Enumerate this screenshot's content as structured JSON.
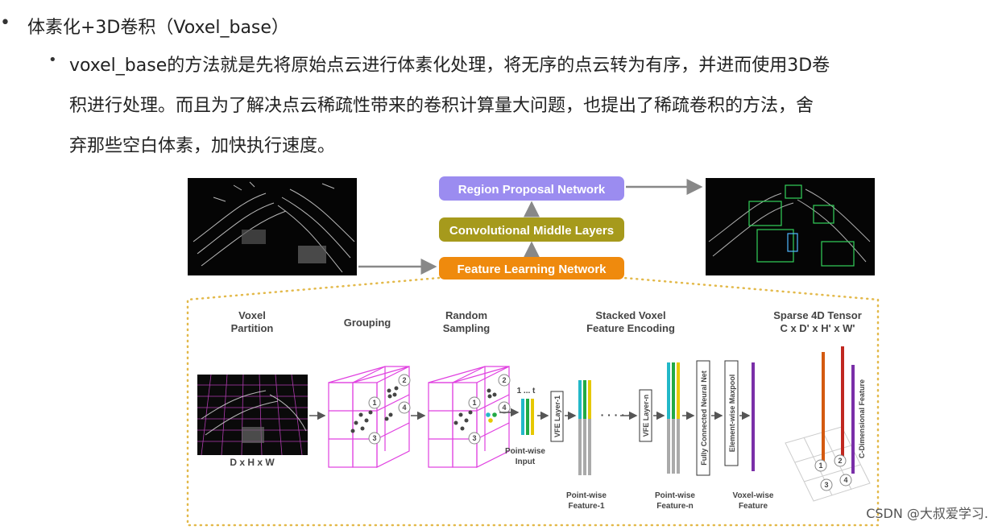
{
  "heading": {
    "bullet": "•",
    "text": "体素化+3D卷积（Voxel_base）"
  },
  "sub": {
    "bullet": "•",
    "line1": "voxel_base的方法就是先将原始点云进行体素化处理，将无序的点云转为有序，并进而使用3D卷",
    "line2": "积进行处理。而且为了解决点云稀疏性带来的卷积计算量大问题，也提出了稀疏卷积的方法，舍",
    "line3": "弃那些空白体素，加快执行速度。"
  },
  "pipeline": {
    "rpn": "Region Proposal Network",
    "cml": "Convolutional Middle Layers",
    "fln": "Feature Learning Network",
    "colors": {
      "rpn": "#9b8cf0",
      "cml": "#a69a1c",
      "fln": "#ef8a0d",
      "arrow": "#888888",
      "dots": "#e3b94a"
    }
  },
  "stages": {
    "voxel_partition": [
      "Voxel",
      "Partition"
    ],
    "grouping": "Grouping",
    "random_sampling": [
      "Random",
      "Sampling"
    ],
    "stacked": [
      "Stacked Voxel",
      "Feature Encoding"
    ],
    "sparse": [
      "Sparse 4D Tensor",
      "C x D' x H' x W'"
    ],
    "dxhxw": "D x H x W",
    "one_t": "1 ... t",
    "pointwise_input": [
      "Point-wise",
      "Input"
    ],
    "vfe1": "VFE Layer-1",
    "vfen": "VFE Layer-n",
    "fcn": "Fully Connected Neural Net",
    "maxpool": "Element-wise Maxpool",
    "pwf1": [
      "Point-wise",
      "Feature-1"
    ],
    "pwfn": [
      "Point-wise",
      "Feature-n"
    ],
    "vwf": [
      "Voxel-wise",
      "Feature"
    ],
    "cdim": "C-Dimensional Feature",
    "dots": "· · · · ·",
    "circles": [
      "1",
      "2",
      "3",
      "4"
    ]
  },
  "watermark": "CSDN @大叔爱学习."
}
